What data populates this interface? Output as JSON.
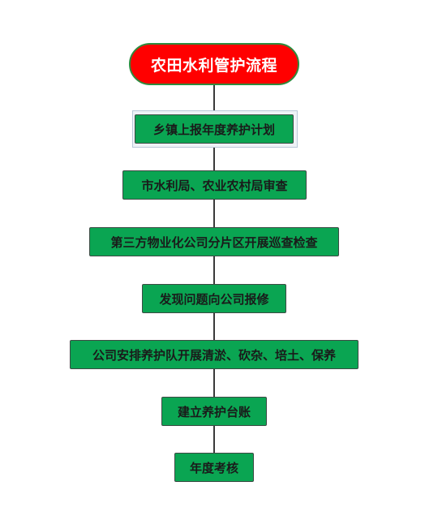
{
  "flowchart": {
    "title": "农田水利管护流程",
    "steps": [
      "乡镇上报年度养护计划",
      "市水利局、农业农村局审查",
      "第三方物业化公司分片区开展巡查检查",
      "发现问题向公司报修",
      "公司安排养护队开展清淤、砍杂、培土、保养",
      "建立养护台账",
      "年度考核"
    ]
  },
  "colors": {
    "title_fill": "#ff0000",
    "title_border": "#2e8b3e",
    "step_fill": "#0aa552",
    "connector": "#3a3a3a"
  }
}
